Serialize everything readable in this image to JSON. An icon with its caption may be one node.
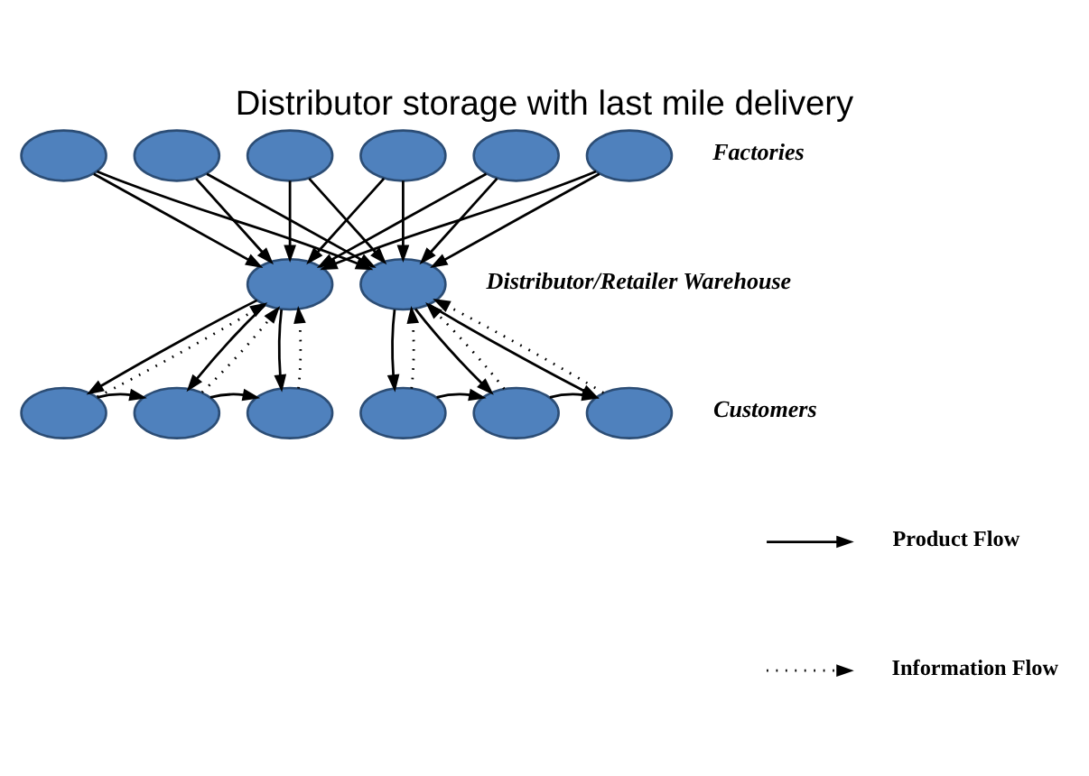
{
  "diagram": {
    "title": "Distributor storage with last mile delivery",
    "nodes": [
      {
        "text": [],
        "shape": "ellipse"
      },
      {
        "text": [],
        "shape": "ellipse"
      },
      {
        "text": [],
        "shape": "ellipse"
      },
      {
        "text": [],
        "shape": "ellipse"
      },
      {
        "text": [],
        "shape": "ellipse"
      },
      {
        "text": [],
        "shape": "ellipse"
      },
      {
        "text": [],
        "shape": "ellipse"
      },
      {
        "text": [],
        "shape": "ellipse"
      },
      {
        "text": [],
        "shape": "ellipse"
      },
      {
        "text": [],
        "shape": "ellipse"
      },
      {
        "text": [],
        "shape": "ellipse"
      },
      {
        "text": [],
        "shape": "ellipse"
      },
      {
        "text": [],
        "shape": "ellipse"
      },
      {
        "text": [],
        "shape": "ellipse"
      }
    ],
    "edges": [
      {
        "from": 0,
        "to": 6,
        "arrow": "to"
      },
      {
        "from": 0,
        "to": 7,
        "arrow": "to"
      },
      {
        "from": 1,
        "to": 6,
        "arrow": "to"
      },
      {
        "from": 1,
        "to": 7,
        "arrow": "to"
      },
      {
        "from": 2,
        "to": 6,
        "arrow": "to"
      },
      {
        "from": 2,
        "to": 7,
        "arrow": "to"
      },
      {
        "from": 3,
        "to": 6,
        "arrow": "to"
      },
      {
        "from": 3,
        "to": 7,
        "arrow": "to"
      },
      {
        "from": 4,
        "to": 6,
        "arrow": "to"
      },
      {
        "from": 4,
        "to": 7,
        "arrow": "to"
      },
      {
        "from": 5,
        "to": 6,
        "arrow": "to"
      },
      {
        "from": 5,
        "to": 7,
        "arrow": "to"
      },
      {
        "from": 8,
        "to": 6,
        "arrow": "to",
        "style": "dashed"
      },
      {
        "from": 6,
        "to": 8,
        "arrow": "to"
      },
      {
        "from": 6,
        "to": 9,
        "arrow": "to"
      },
      {
        "from": 9,
        "to": 6,
        "arrow": "to",
        "style": "dashed"
      },
      {
        "from": 10,
        "to": 6,
        "arrow": "to",
        "style": "dashed"
      },
      {
        "from": 6,
        "to": 10,
        "arrow": "to"
      },
      {
        "from": 11,
        "to": 7,
        "arrow": "to",
        "style": "dashed"
      },
      {
        "from": 7,
        "to": 11,
        "arrow": "to"
      },
      {
        "from": 7,
        "to": 12,
        "arrow": "to"
      },
      {
        "from": 12,
        "to": 7,
        "arrow": "to",
        "style": "dashed"
      },
      {
        "from": 13,
        "to": 7,
        "arrow": "to",
        "style": "dashed"
      },
      {
        "from": 7,
        "to": 13,
        "arrow": "to"
      },
      {
        "from": 8,
        "to": 9,
        "arrow": "to"
      },
      {
        "from": 9,
        "to": 10,
        "arrow": "to"
      },
      {
        "from": 11,
        "to": 12,
        "arrow": "to"
      },
      {
        "from": 12,
        "to": 13,
        "arrow": "to"
      }
    ],
    "labels": [
      "Factories",
      "Distributor/Retailer Warehouse",
      "Customers"
    ],
    "legend": [
      {
        "text": "Product Flow"
      },
      {
        "text": "Information Flow"
      }
    ]
  }
}
